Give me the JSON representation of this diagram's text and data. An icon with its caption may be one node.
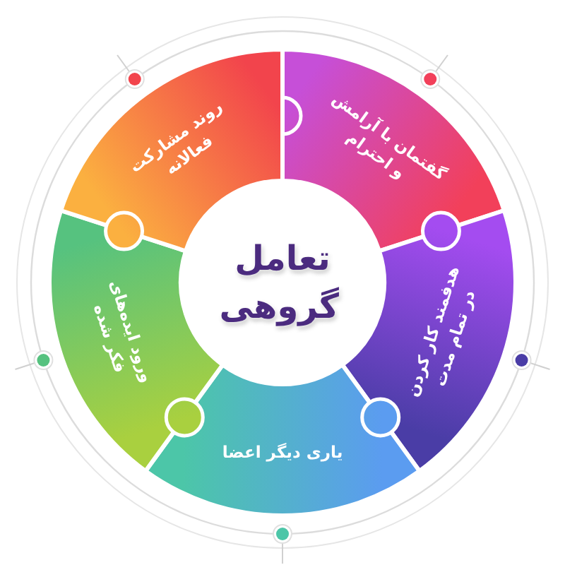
{
  "diagram": {
    "nodes": [
      {
        "text": [
          "تعامل گروهی"
        ]
      },
      {
        "text": [
          "گفتمان با آرامش و احترام"
        ]
      },
      {
        "text": [
          "هدفمند کار کردن در تمام مدت"
        ]
      },
      {
        "text": [
          "یاری دیگر اعضا"
        ]
      },
      {
        "text": [
          "ورود ایده‌های فکر شده"
        ]
      },
      {
        "text": [
          "روند مشارکت فعالانه"
        ]
      }
    ]
  }
}
